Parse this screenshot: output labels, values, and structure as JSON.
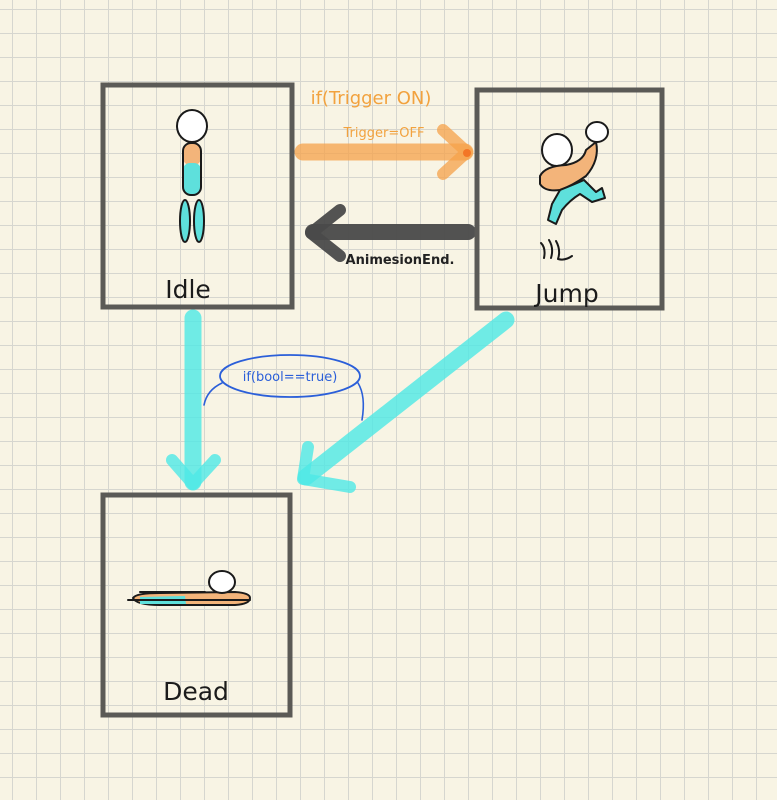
{
  "states": {
    "idle": {
      "label": "Idle"
    },
    "jump": {
      "label": "Jump"
    },
    "dead": {
      "label": "Dead"
    }
  },
  "transitions": {
    "idle_to_jump": {
      "condition": "if(Trigger ON)",
      "note": "Trigger=OFF"
    },
    "jump_to_idle": {
      "condition": "AnimesionEnd."
    },
    "idle_to_dead": {
      "condition": "if(bool==true)"
    }
  },
  "colors": {
    "grid_background": "#f8f4e4",
    "box_stroke": "#5b5a56",
    "orange_arrow": "#f6a24a",
    "dark_arrow": "#4a4a4a",
    "cyan_arrow": "#4ee9e6",
    "blue_ink": "#2b5fd9",
    "figure_orange": "#f3b47a",
    "figure_cyan": "#5ee0dc"
  }
}
